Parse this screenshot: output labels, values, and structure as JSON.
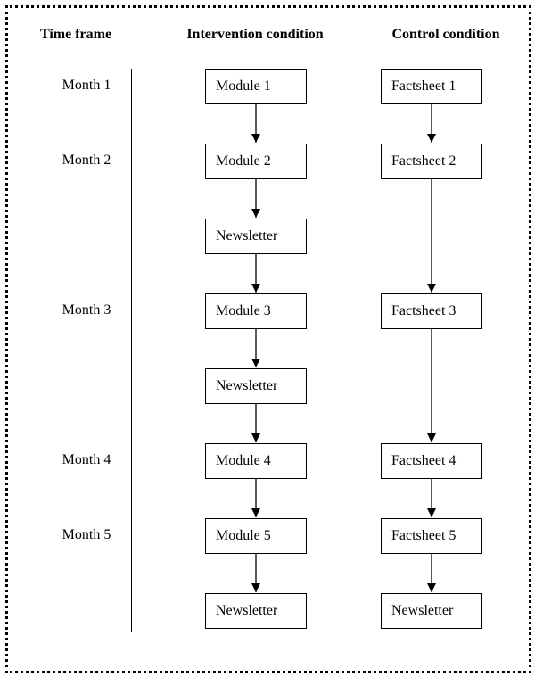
{
  "headers": {
    "time_frame": "Time frame",
    "intervention": "Intervention condition",
    "control": "Control condition"
  },
  "months": [
    "Month 1",
    "Month 2",
    "Month 3",
    "Month 4",
    "Month 5"
  ],
  "intervention": [
    "Module 1",
    "Module 2",
    "Newsletter",
    "Module 3",
    "Newsletter",
    "Module 4",
    "Module 5",
    "Newsletter"
  ],
  "control": [
    "Factsheet 1",
    "Factsheet 2",
    "Factsheet 3",
    "Factsheet 4",
    "Factsheet 5",
    "Newsletter"
  ]
}
